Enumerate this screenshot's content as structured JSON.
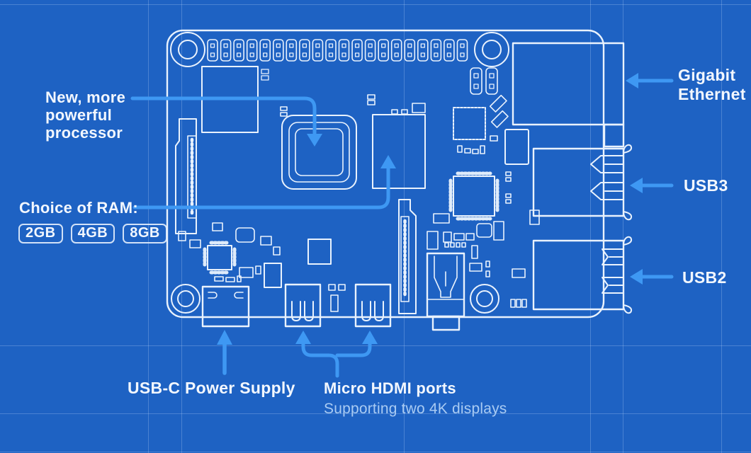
{
  "labels": {
    "processor": "New, more\npowerful\nprocessor",
    "ram_title": "Choice of RAM:",
    "ram_options": [
      "2GB",
      "4GB",
      "8GB"
    ],
    "ethernet": "Gigabit\nEthernet",
    "usb3": "USB3",
    "usb2": "USB2",
    "power": "USB-C Power Supply",
    "hdmi_title": "Micro HDMI ports",
    "hdmi_subtitle": "Supporting two 4K displays"
  },
  "colors": {
    "bg": "#1e62c3",
    "line": "#e9f2fd",
    "arrow": "#3e98f3",
    "text": "#f2f7fe",
    "subtext": "#a9cbf3"
  }
}
